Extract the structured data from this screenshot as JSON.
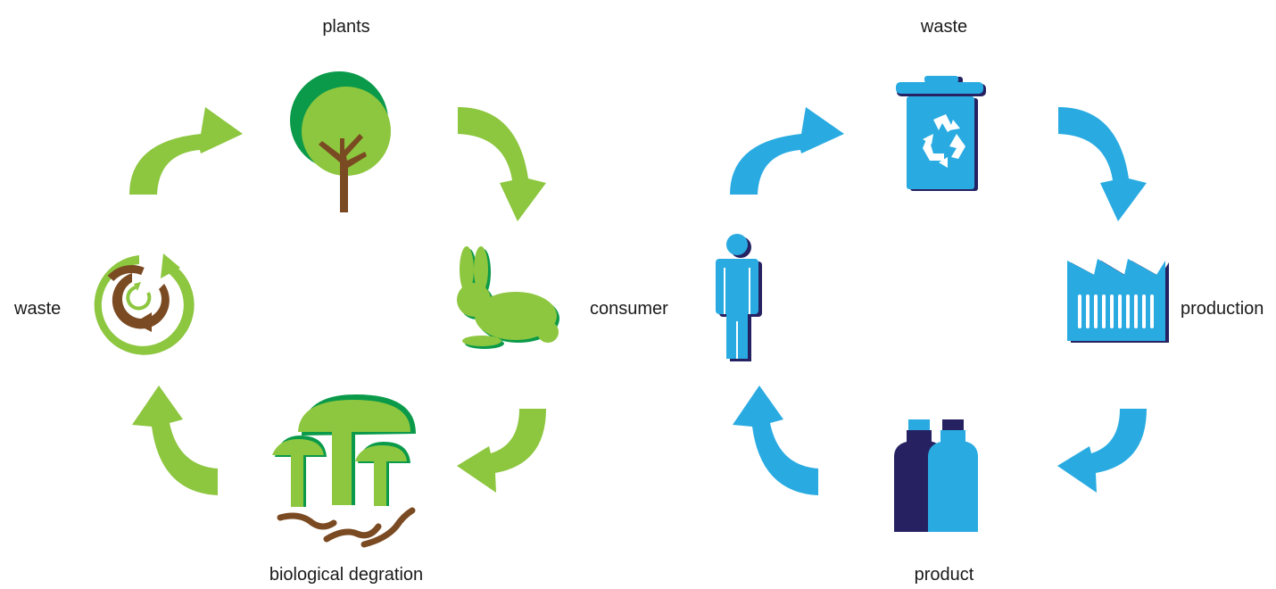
{
  "colors": {
    "green": "#8dc63f",
    "dark_green": "#0a9a4a",
    "brown": "#7a4a22",
    "blue": "#29abe2",
    "navy": "#262262",
    "text": "#1a1a1a"
  },
  "natural_cycle": {
    "nodes": [
      {
        "label": "plants",
        "icon": "tree-icon"
      },
      {
        "label": "consumer",
        "icon": "rabbit-icon"
      },
      {
        "label": "biological degration",
        "icon": "mushrooms-icon"
      },
      {
        "label": "waste",
        "icon": "compost-icon"
      }
    ]
  },
  "industrial_cycle": {
    "nodes": [
      {
        "label": "waste",
        "icon": "recycle-bin-icon"
      },
      {
        "label": "production",
        "icon": "factory-icon"
      },
      {
        "label": "product",
        "icon": "bottles-icon"
      },
      {
        "label": "",
        "icon": "person-icon"
      }
    ]
  }
}
